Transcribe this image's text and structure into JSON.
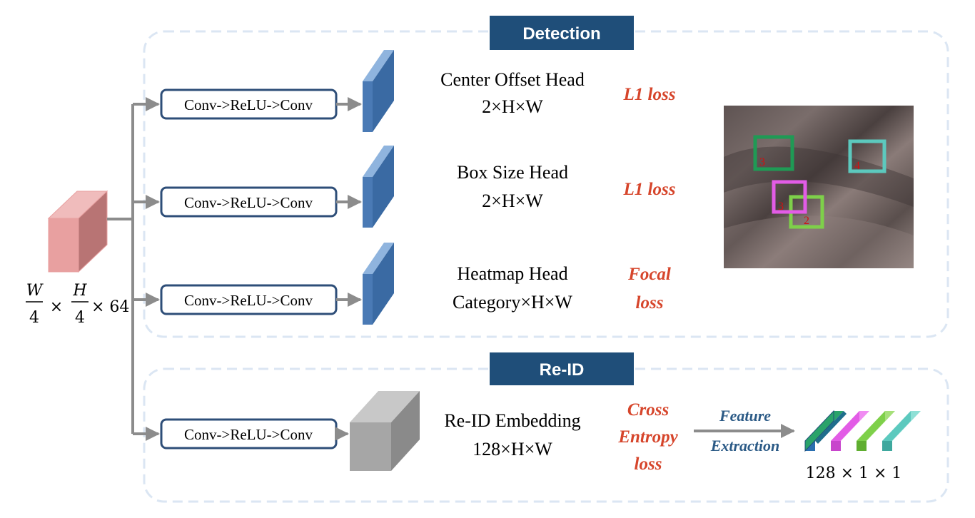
{
  "sections": {
    "detection": "Detection",
    "reid": "Re-ID"
  },
  "input": {
    "num_W": "W",
    "den_W": "4",
    "num_H": "H",
    "den_H": "4",
    "times1": "×",
    "times2": "× 64"
  },
  "conv_label": "Conv->ReLU->Conv",
  "heads": {
    "center": {
      "name": "Center Offset Head",
      "dims": "2×H×W",
      "loss": "L1 loss"
    },
    "box": {
      "name": "Box Size Head",
      "dims": "2×H×W",
      "loss": "L1 loss"
    },
    "heatmap": {
      "name": "Heatmap Head",
      "dims": "Category×H×W",
      "loss_line1": "Focal",
      "loss_line2": "loss"
    },
    "reid": {
      "name": "Re-ID Embedding",
      "dims": "128×H×W",
      "loss_line1": "Cross",
      "loss_line2": "Entropy",
      "loss_line3": "loss"
    }
  },
  "feature_extraction": {
    "line1": "Feature",
    "line2": "Extraction"
  },
  "embedding_dims": "128 × 1 × 1",
  "detections": {
    "labels": [
      "3",
      "4",
      "3",
      "2"
    ]
  },
  "colors": {
    "section_header": "#1f4e79",
    "dashed_border": "#dbe6f3",
    "conv_border": "#2e4e78",
    "feature_map_blue": "#4a7ab5",
    "input_cube": "#e8a0a0",
    "reid_cube": "#a6a6a6",
    "loss_red": "#d6452b",
    "feature_blue": "#2b5a86",
    "box_green_dark": "#1f9a55",
    "box_teal": "#5cc9be",
    "box_magenta": "#e25ce6",
    "box_lime": "#7ed04a"
  }
}
